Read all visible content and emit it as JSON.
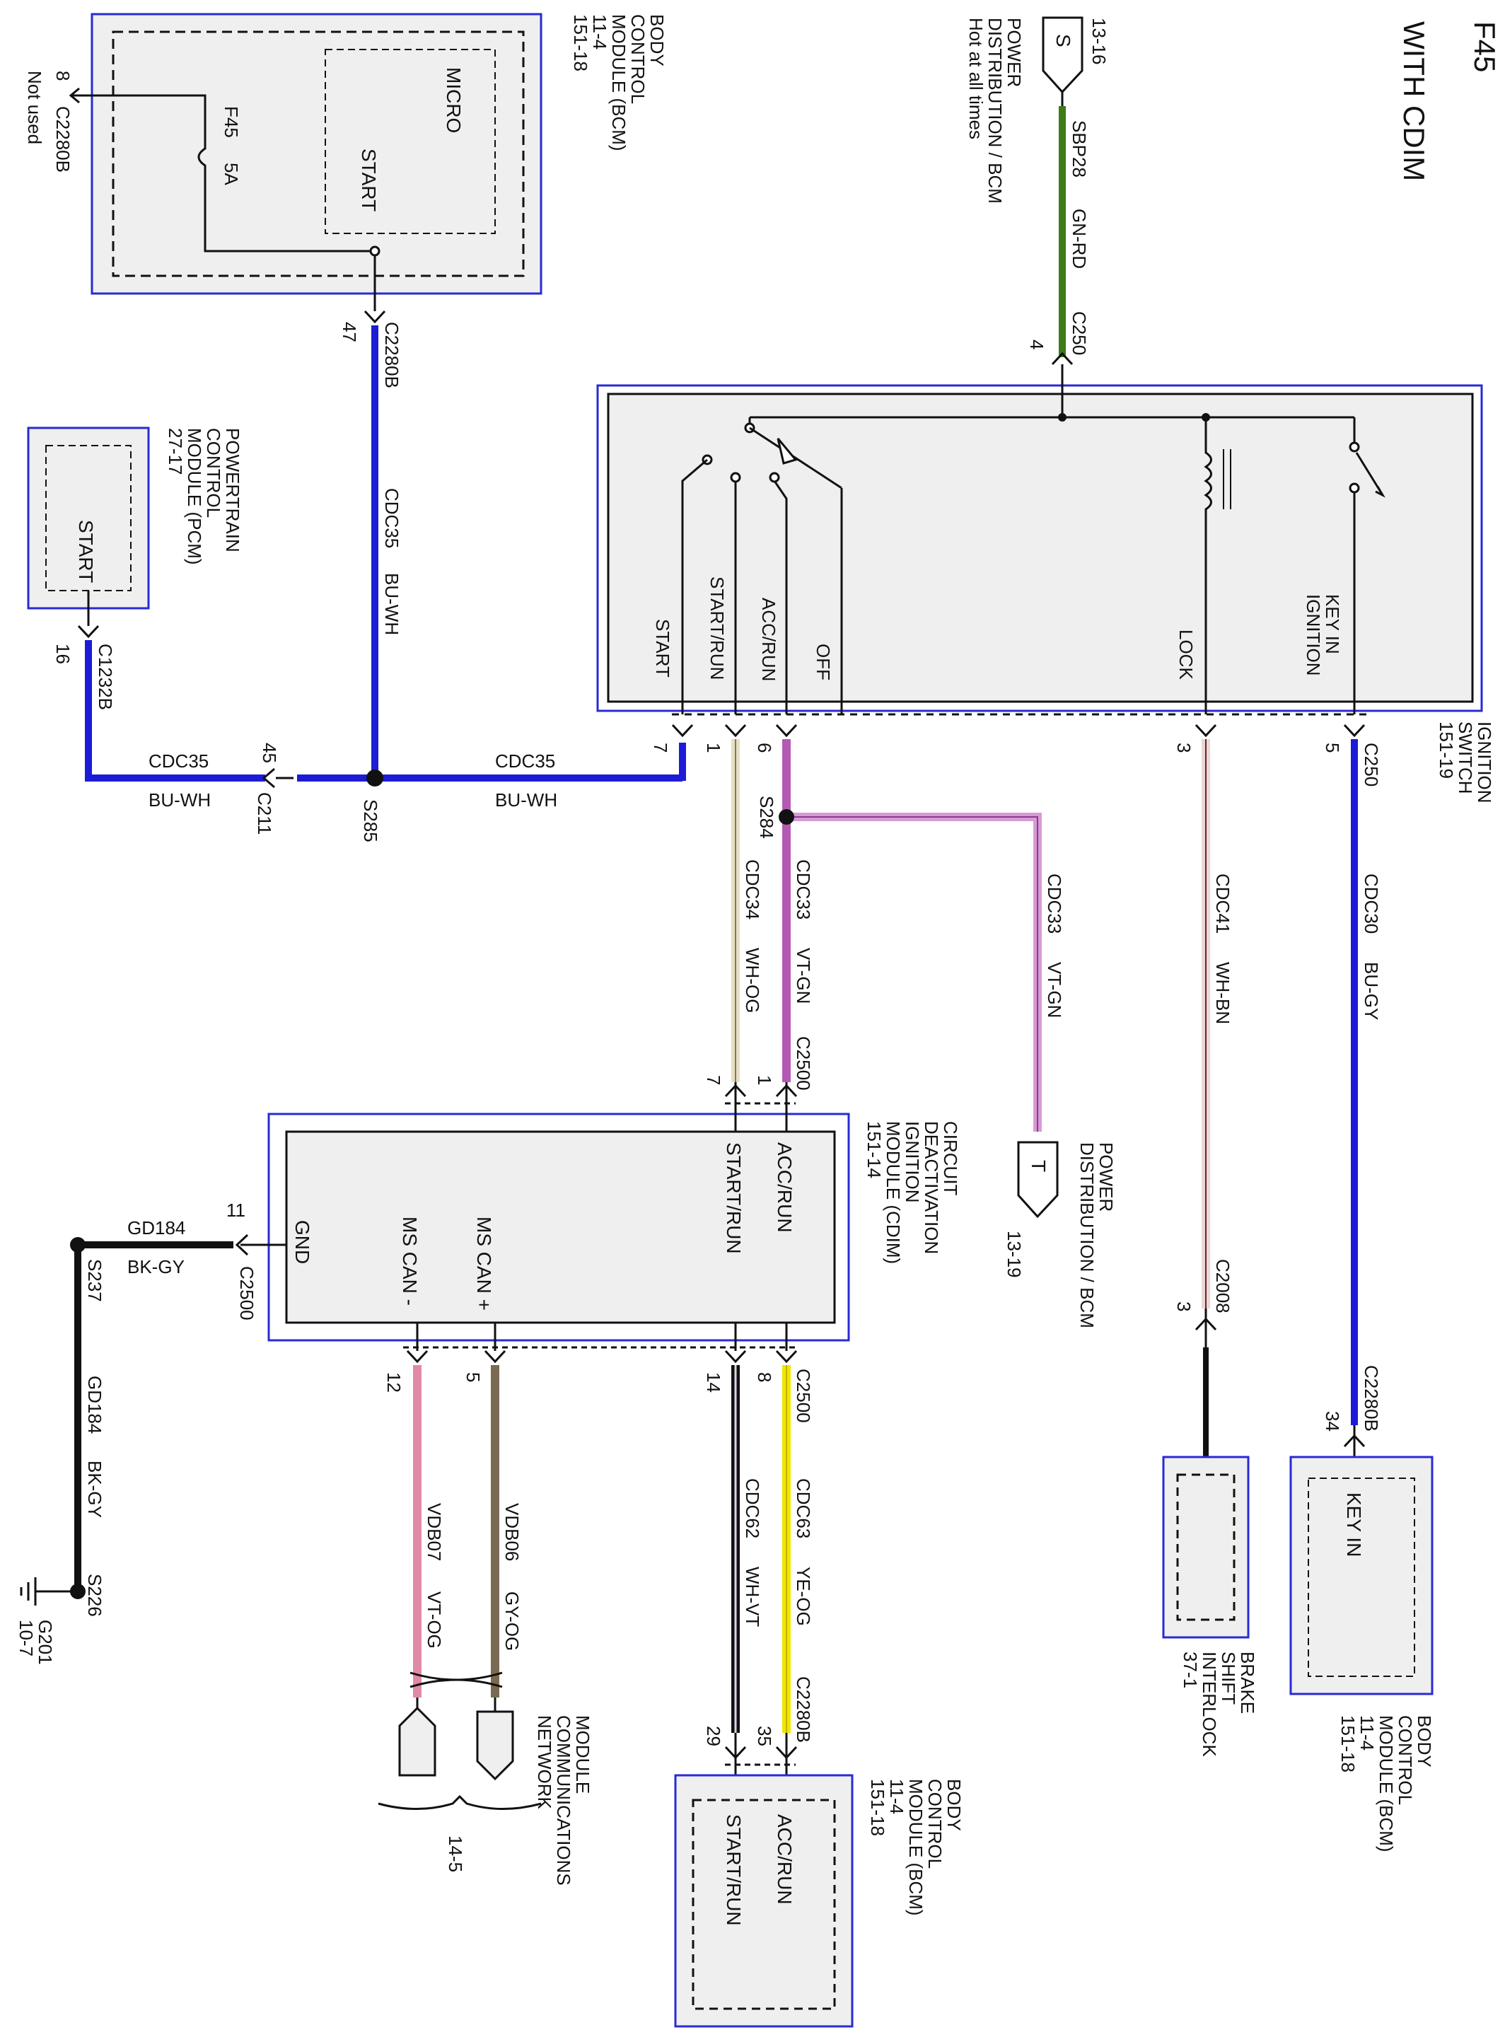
{
  "header": {
    "page_id": "F45",
    "subtitle": "WITH CDIM"
  },
  "colors": {
    "blue_wire": "#1c1cd6",
    "green_wire": "#3d7a1a",
    "violet_wire": "#b45ab4",
    "pink_wire": "#e08aa8",
    "cream_wire": "#e8dfc2",
    "yellow_wire": "#f2e600",
    "brown_wire": "#7a6a52",
    "dark_red_wire": "#7a1e1e",
    "module_frame": "#2a2ad6",
    "module_fill": "#efefef"
  },
  "modules": {
    "bcm_top": {
      "lines": [
        "BODY",
        "CONTROL",
        "MODULE (BCM)",
        "11-4",
        "151-18"
      ],
      "inner_label": "MICRO",
      "pin_label": "START",
      "fuse_id": "F45",
      "fuse_rating": "5A"
    },
    "not_used": {
      "pin": "8",
      "connector": "C2280B",
      "note": "Not used"
    },
    "power_dist_s": {
      "ref": "13-16",
      "letter": "S",
      "lines": [
        "POWER",
        "DISTRIBUTION / BCM",
        "Hot at all times"
      ]
    },
    "pcm": {
      "lines": [
        "POWERTRAIN",
        "CONTROL",
        "MODULE (PCM)",
        "27-17"
      ],
      "pin_label": "START"
    },
    "ignition_switch": {
      "lines": [
        "IGNITION",
        "SWITCH",
        "151-19"
      ],
      "labels": [
        "KEY IN",
        "IGNITION",
        "LOCK",
        "OFF",
        "ACC/RUN",
        "START/RUN",
        "START"
      ]
    },
    "cdim": {
      "lines": [
        "CIRCUIT",
        "DEACTIVATION",
        "IGNITION",
        "MODULE (CDIM)",
        "151-14"
      ],
      "labels": [
        "ACC/RUN",
        "START/RUN",
        "MS CAN +",
        "MS CAN -",
        "GND"
      ]
    },
    "power_dist_t": {
      "ref": "13-19",
      "letter": "T",
      "lines": [
        "POWER",
        "DISTRIBUTION / BCM"
      ]
    },
    "bcm_keyin": {
      "lines": [
        "BODY",
        "CONTROL",
        "MODULE (BCM)",
        "11-4",
        "151-18"
      ],
      "pin_label": "KEY IN"
    },
    "brake_shift": {
      "lines": [
        "BRAKE",
        "SHIFT",
        "INTERLOCK",
        "37-1"
      ]
    },
    "bcm_bottom": {
      "lines": [
        "BODY",
        "CONTROL",
        "MODULE (BCM)",
        "11-4",
        "151-18"
      ],
      "labels": [
        "ACC/RUN",
        "START/RUN"
      ]
    },
    "mcn": {
      "lines": [
        "MODULE",
        "COMMUNICATIONS",
        "NETWORK"
      ],
      "ref": "14-5"
    },
    "ground": {
      "id": "G201",
      "ref": "10-7"
    }
  },
  "wires": {
    "sbp28": {
      "circuit": "SBP28",
      "color": "GN-RD"
    },
    "cdc35_vertical": {
      "circuit": "CDC35",
      "color": "BU-WH"
    },
    "cdc35_a": {
      "circuit": "CDC35",
      "color": "BU-WH"
    },
    "cdc35_b": {
      "circuit": "CDC35",
      "color": "BU-WH"
    },
    "cdc34": {
      "circuit": "CDC34",
      "color": "WH-OG"
    },
    "cdc33_a": {
      "circuit": "CDC33",
      "color": "VT-GN"
    },
    "cdc33_b": {
      "circuit": "CDC33",
      "color": "VT-GN"
    },
    "cdc41": {
      "circuit": "CDC41",
      "color": "WH-BN"
    },
    "cdc30": {
      "circuit": "CDC30",
      "color": "BU-GY"
    },
    "gd184_a": {
      "circuit": "GD184",
      "color": "BK-GY"
    },
    "gd184_b": {
      "circuit": "GD184",
      "color": "BK-GY"
    },
    "vdb07": {
      "circuit": "VDB07",
      "color": "VT-OG"
    },
    "vdb06": {
      "circuit": "VDB06",
      "color": "GY-OG"
    },
    "cdc62": {
      "circuit": "CDC62",
      "color": "WH-VT"
    },
    "cdc63": {
      "circuit": "CDC63",
      "color": "YE-OG"
    }
  },
  "connectors": {
    "c2280b_47": {
      "id": "C2280B",
      "pin": "47"
    },
    "c1232b_16": {
      "id": "C1232B",
      "pin": "16"
    },
    "c211_45": {
      "id": "C211",
      "pin": "45"
    },
    "c250_4": {
      "id": "C250",
      "pin": "4"
    },
    "c250_5": {
      "id": "C250",
      "pin": "5"
    },
    "ign_pins": [
      "7",
      "1",
      "6",
      "3"
    ],
    "c2500_top": {
      "id": "C2500",
      "pins": [
        "7",
        "1"
      ]
    },
    "c2500_11": {
      "id": "C2500",
      "pin": "11"
    },
    "c2500_bottom": {
      "id": "C2500",
      "pins": [
        "12",
        "5",
        "14",
        "8"
      ]
    },
    "c2008_3": {
      "id": "C2008",
      "pin": "3"
    },
    "c2280b_34": {
      "id": "C2280B",
      "pin": "34"
    },
    "c2280b_bottom": {
      "id": "C2280B",
      "pins": [
        "29",
        "35"
      ]
    }
  },
  "splices": {
    "s285": "S285",
    "s284": "S284",
    "s237": "S237",
    "s226": "S226"
  }
}
